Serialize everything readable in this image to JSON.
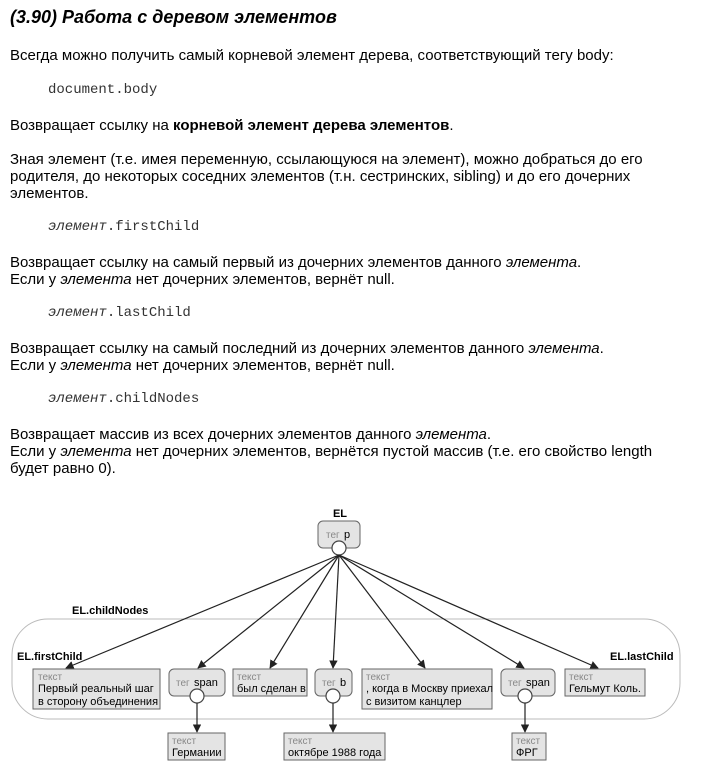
{
  "heading": "(3.90) Работа с деревом элементов",
  "p1": "Всегда можно получить самый корневой элемент дерева, соответствующий тегу body:",
  "code1": "document.body",
  "p2": {
    "pre": "Возвращает ссылку на ",
    "bold": "корневой элемент дерева элементов",
    "post": "."
  },
  "p3": "Зная элемент (т.е. имея переменную, ссылающуюся на элемент), можно добраться до его родителя, до некоторых соседних элементов (т.н. сестринских, sibling) и до его дочерних элементов.",
  "code2": {
    "var": "элемент",
    "prop": ".firstChild"
  },
  "p4": {
    "l1a": "Возвращает ссылку на самый первый из дочерних элементов данного ",
    "l1i": "элемента",
    "l1b": ".",
    "l2a": "Если у ",
    "l2i": "элемента",
    "l2b": " нет дочерних элементов, вернёт null."
  },
  "code3": {
    "var": "элемент",
    "prop": ".lastChild"
  },
  "p5": {
    "l1a": "Возвращает ссылку на самый последний из дочерних элементов данного ",
    "l1i": "элемента",
    "l1b": ".",
    "l2a": "Если у ",
    "l2i": "элемента",
    "l2b": " нет дочерних элементов, вернёт null."
  },
  "code4": {
    "var": "элемент",
    "prop": ".childNodes"
  },
  "p6": {
    "l1a": "Возвращает массив из всех дочерних элементов данного ",
    "l1i": "элемента",
    "l1b": ".",
    "l2a": "Если у ",
    "l2i": "элемента",
    "l2b": " нет дочерних элементов, вернётся пустой массив (т.е. его свойство length будет равно 0)."
  },
  "diagram": {
    "root_label": "EL",
    "root_kind": "тег",
    "root_tag": "p",
    "childnodes_label": "EL.childNodes",
    "first_label": "EL.firstChild",
    "last_label": "EL.lastChild",
    "nodes": [
      {
        "kind": "текст",
        "line1": "Первый реальный шаг",
        "line2": "в сторону объединения"
      },
      {
        "kind": "тег",
        "tag": "span"
      },
      {
        "kind": "текст",
        "line1": "был сделан в",
        "line2": ""
      },
      {
        "kind": "тег",
        "tag": "b"
      },
      {
        "kind": "текст",
        "line1": ", когда в Москву приехал",
        "line2": "с визитом канцлер"
      },
      {
        "kind": "тег",
        "tag": "span"
      },
      {
        "kind": "текст",
        "line1": "Гельмут Коль.",
        "line2": ""
      }
    ],
    "grandchildren": [
      {
        "kind": "текст",
        "line1": "Германии"
      },
      {
        "kind": "текст",
        "line1": "октябре 1988 года"
      },
      {
        "kind": "текст",
        "line1": "ФРГ"
      }
    ]
  },
  "colors": {
    "box_fill": "#e4e4e4",
    "box_stroke": "#666666",
    "kind_text": "#888888",
    "line": "#222222"
  }
}
